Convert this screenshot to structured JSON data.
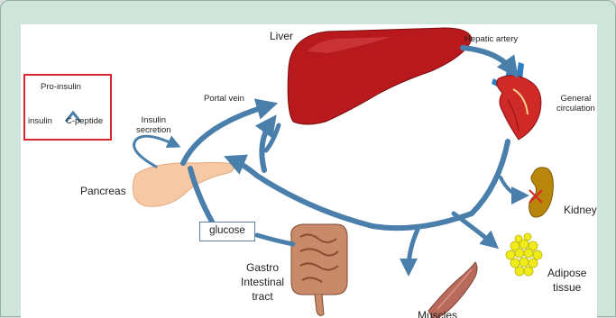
{
  "colors": {
    "arrow": "#4a7fab",
    "liver": "#b7191c",
    "pancreas": "#f6c8a4",
    "kidney": "#b8860b",
    "adipose": "#f0ec1a",
    "muscle": "#b86b5b",
    "heart": "#cf2a27",
    "box_border": "#d9262c"
  },
  "labels": {
    "liver": "Liver",
    "hepatic_artery": "Hepatic artery",
    "portal_vein": "Portal vein",
    "general_circulation_line1": "General",
    "general_circulation_line2": "circulation",
    "pro_insulin": "Pro-insulin",
    "insulin": "insulin",
    "c_peptide": "C-peptide",
    "insulin_secretion_line1": "Insulin",
    "insulin_secretion_line2": "secretion",
    "pancreas": "Pancreas",
    "glucose": "glucose",
    "gastro_line1": "Gastro",
    "gastro_line2": "Intestinal",
    "gastro_line3": "tract",
    "kidney": "Kidney",
    "adipose_line1": "Adipose",
    "adipose_line2": "tissue",
    "muscles": "Muscles"
  }
}
